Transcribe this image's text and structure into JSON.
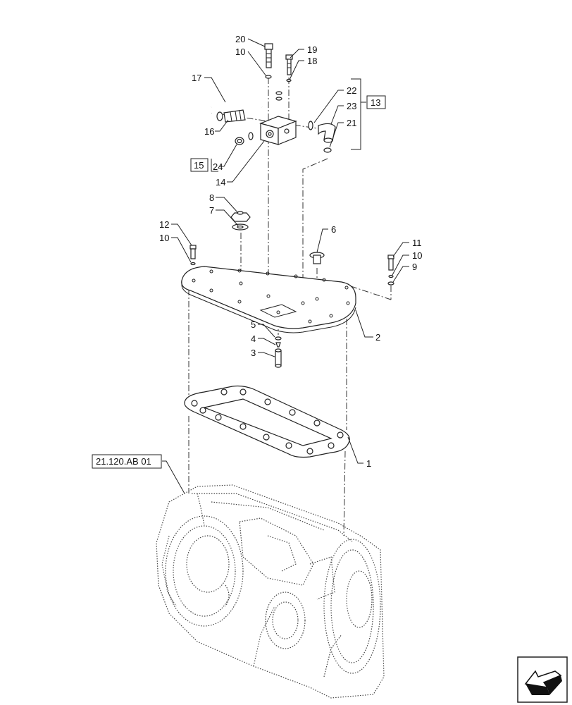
{
  "callouts": {
    "c1": "1",
    "c2": "2",
    "c3": "3",
    "c4": "4",
    "c5": "5",
    "c6": "6",
    "c7": "7",
    "c8": "8",
    "c9": "9",
    "c10a": "10",
    "c10b": "10",
    "c10c": "10",
    "c11": "11",
    "c12": "12",
    "c13": "13",
    "c14": "14",
    "c15": "15",
    "c16": "16",
    "c17": "17",
    "c18": "18",
    "c19": "19",
    "c20": "20",
    "c21": "21",
    "c22": "22",
    "c23": "23",
    "c24": "24"
  },
  "reference": "21.120.AB 01",
  "nav_icon": "arrow-icon"
}
